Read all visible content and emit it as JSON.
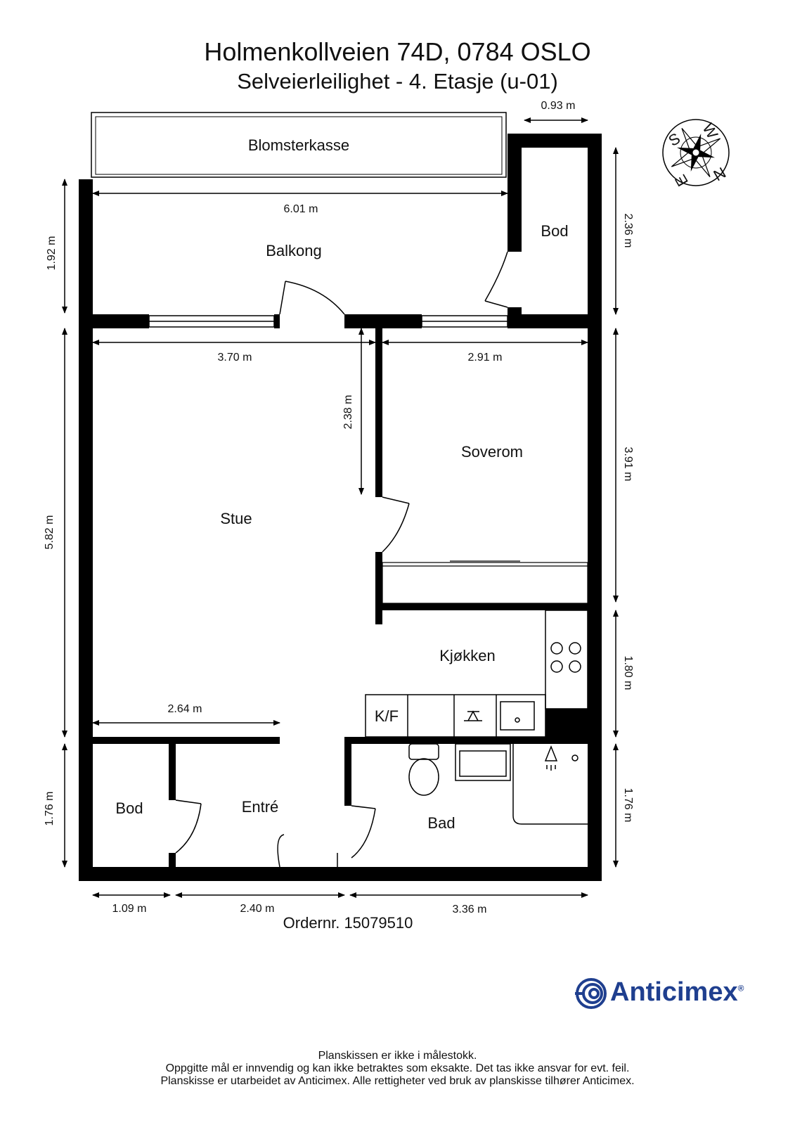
{
  "header": {
    "title": "Holmenkollveien 74D, 0784 OSLO",
    "subtitle": "Selveierleilighet  - 4. Etasje (u-01)"
  },
  "compass": {
    "letters": [
      "S",
      "W",
      "N",
      "E"
    ]
  },
  "rooms": {
    "blomsterkasse": "Blomsterkasse",
    "balkong": "Balkong",
    "bod_top": "Bod",
    "stue": "Stue",
    "soverom": "Soverom",
    "kjokken": "Kjøkken",
    "kf": "K/F",
    "bod_bottom": "Bod",
    "entre": "Entré",
    "bad": "Bad"
  },
  "dimensions": {
    "top_093": "0.93 m",
    "balkong_width": "6.01 m",
    "balkong_height": "1.92 m",
    "bod_height": "2.36 m",
    "stue_width": "3.70 m",
    "soverom_width": "2.91 m",
    "door_depth": "2.38 m",
    "stue_height": "5.82 m",
    "soverom_height": "3.91 m",
    "kjokken_height": "1.80 m",
    "stue_lower": "2.64 m",
    "entre_height": "1.76 m",
    "bad_height": "1.76 m",
    "bod_width": "1.09 m",
    "entre_width": "2.40 m",
    "bad_width": "3.36 m"
  },
  "order": "Ordernr. 15079510",
  "logo": {
    "name": "Anticimex"
  },
  "footer": {
    "line1": "Planskissen er ikke i målestokk.",
    "line2": "Oppgitte mål er innvendig og kan ikke betraktes som eksakte. Det tas ikke ansvar for evt. feil.",
    "line3": "Planskisse er utarbeidet av Anticimex. Alle rettigheter ved bruk av planskisse tilhører Anticimex."
  },
  "colors": {
    "wall": "#000000",
    "logo": "#1f3f8f"
  }
}
